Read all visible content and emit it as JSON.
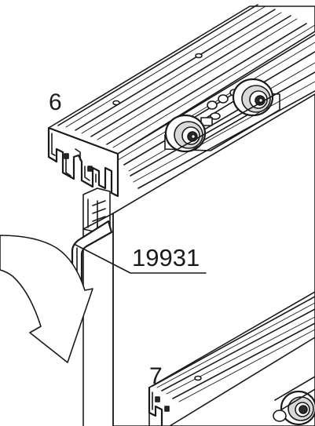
{
  "labels": {
    "step_upper": "6",
    "step_lower": "7",
    "part_number": "19931"
  }
}
